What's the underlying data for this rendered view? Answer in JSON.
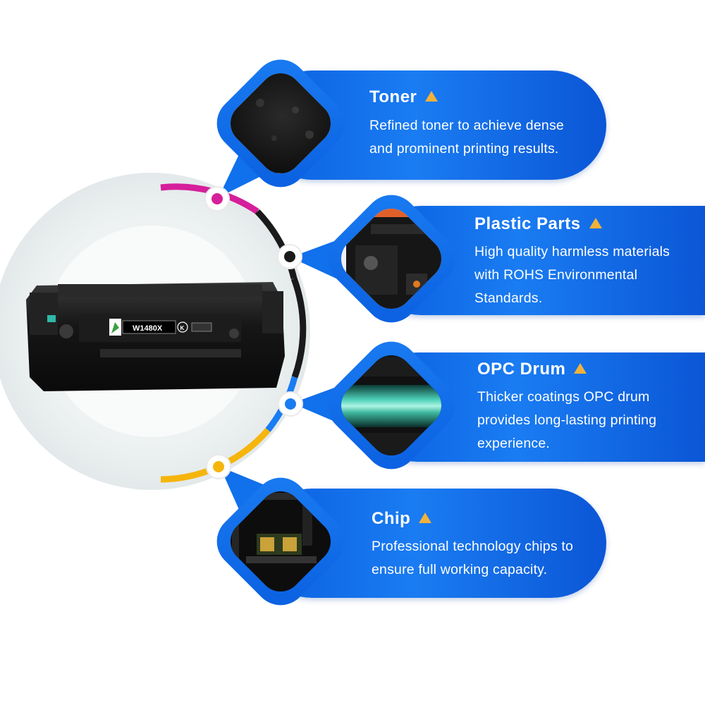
{
  "product": {
    "label_code": "W1480X",
    "label_color_badge": "K"
  },
  "features": [
    {
      "title": "Toner",
      "description_lines": [
        "Refined toner to achieve dense",
        "and prominent printing results."
      ],
      "icon": "triangle-icon",
      "thumbnail": "toner-powder-photo"
    },
    {
      "title": "Plastic Parts",
      "description_lines": [
        "High quality harmless materials",
        "with ROHS Environmental",
        "Standards."
      ],
      "icon": "triangle-icon",
      "thumbnail": "plastic-parts-photo"
    },
    {
      "title": "OPC Drum",
      "description_lines": [
        "Thicker coatings OPC drum",
        "provides long-lasting printing",
        "experience."
      ],
      "icon": "triangle-icon",
      "thumbnail": "opc-drum-photo"
    },
    {
      "title": "Chip",
      "description_lines": [
        "Professional technology chips to",
        "ensure full working capacity."
      ],
      "icon": "triangle-icon",
      "thumbnail": "chip-photo"
    }
  ],
  "colors": {
    "blue_panel": "#0f6ae8",
    "accent_triangle": "#f2b23a",
    "arc_magenta": "#d61f9b",
    "arc_black": "#1a1a1a",
    "arc_blue": "#1a7cf2",
    "arc_yellow": "#f5b50c"
  }
}
